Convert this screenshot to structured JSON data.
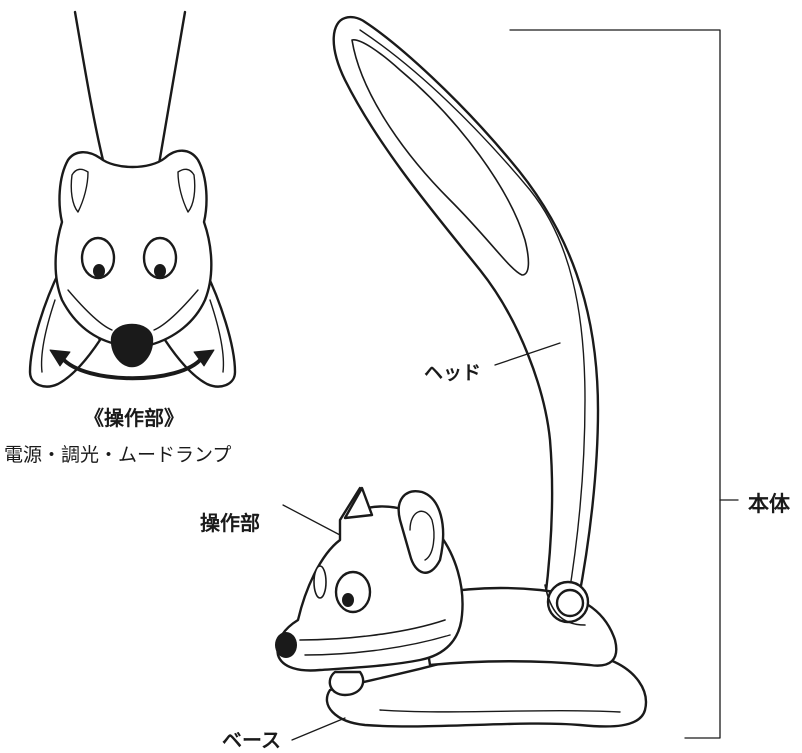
{
  "diagram": {
    "inset": {
      "title": "《操作部》",
      "caption": "電源・調光・ムードランプ"
    },
    "labels": {
      "head": "ヘッド",
      "control": "操作部",
      "base": "ベース",
      "body": "本体"
    },
    "colors": {
      "line": "#1a1a1a",
      "fill": "#ffffff"
    },
    "icons": [
      "rotate-arrow-icon"
    ]
  }
}
